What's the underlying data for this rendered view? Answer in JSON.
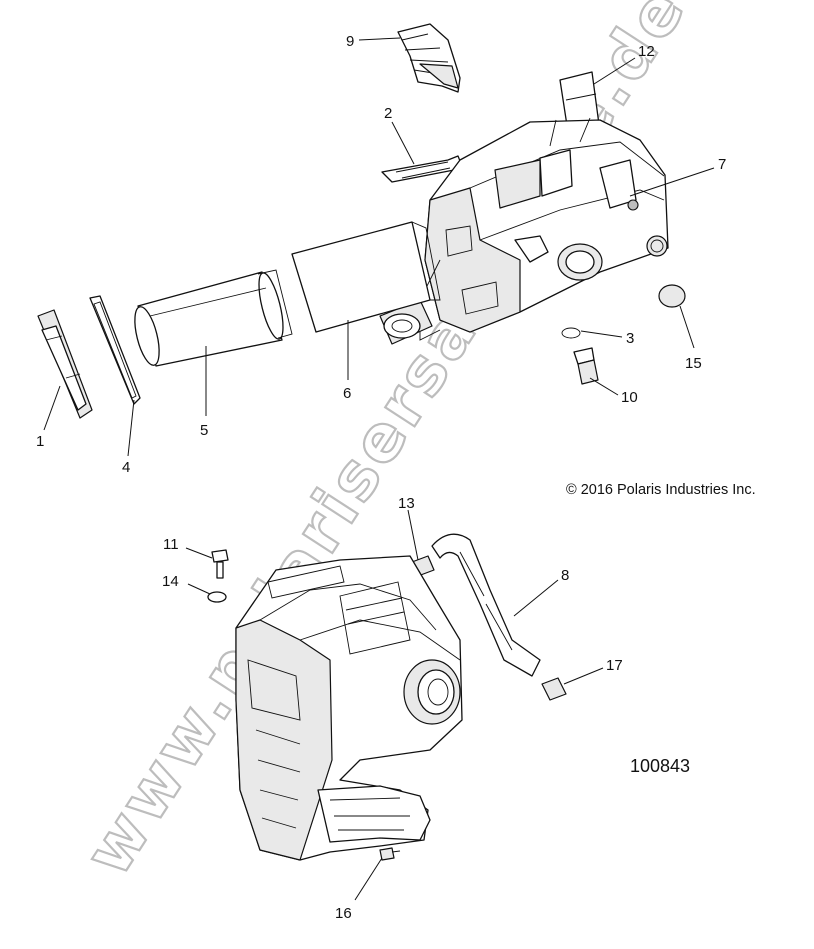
{
  "watermark": "www.polarisersatzteile.de",
  "copyright": "© 2016 Polaris Industries Inc.",
  "figure_number": "100843",
  "callouts": [
    "1",
    "2",
    "3",
    "4",
    "5",
    "6",
    "7",
    "8",
    "9",
    "10",
    "11",
    "12",
    "13",
    "14",
    "15",
    "16",
    "17"
  ]
}
